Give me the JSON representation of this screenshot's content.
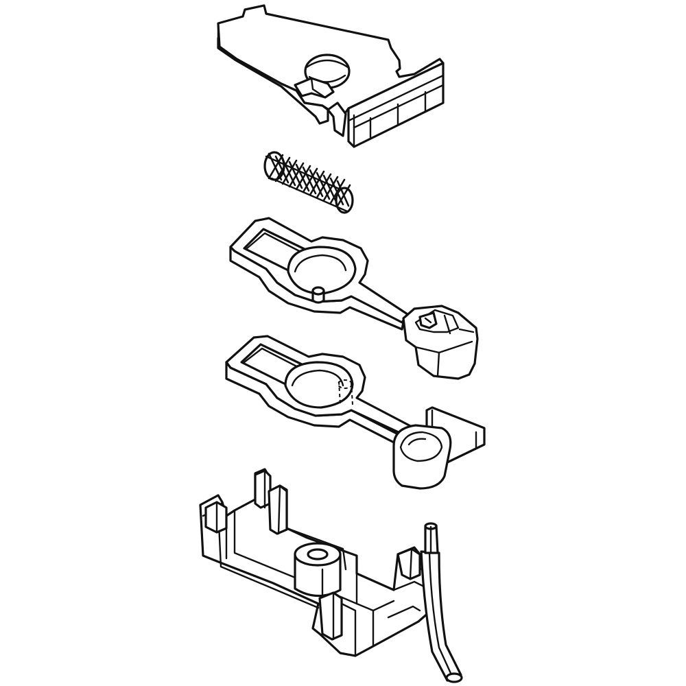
{
  "diagram": {
    "kind": "exploded-view line drawing",
    "parts": [
      {
        "id": "top-cover",
        "label": ""
      },
      {
        "id": "spring",
        "label": ""
      },
      {
        "id": "upper-lever",
        "label": ""
      },
      {
        "id": "lower-lever",
        "label": ""
      },
      {
        "id": "base-housing",
        "label": ""
      },
      {
        "id": "wire-pin",
        "label": ""
      }
    ],
    "colors": {
      "line": "#111111",
      "fill": "#ffffff",
      "background": "#ffffff"
    }
  }
}
